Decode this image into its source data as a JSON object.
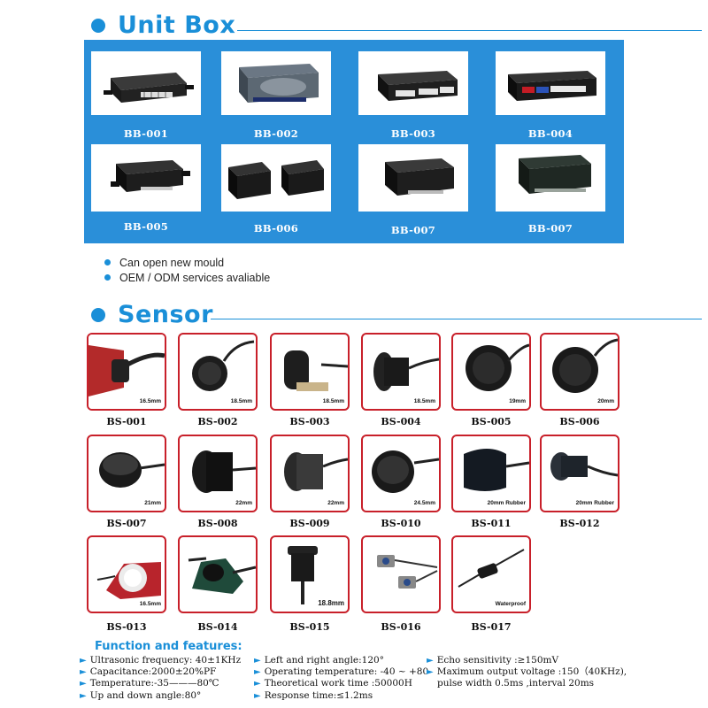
{
  "unit_box": {
    "title": "Unit Box",
    "items": [
      {
        "code": "BB-001"
      },
      {
        "code": "BB-002"
      },
      {
        "code": "BB-003"
      },
      {
        "code": "BB-004"
      },
      {
        "code": "BB-005"
      },
      {
        "code": "BB-006"
      },
      {
        "code": "BB-007"
      },
      {
        "code": "BB-007"
      }
    ],
    "bullets": [
      "Can open new mould",
      "OEM / ODM services avaliable"
    ]
  },
  "sensor": {
    "title": "Sensor",
    "items": [
      {
        "code": "BS-001",
        "size": "16.5mm"
      },
      {
        "code": "BS-002",
        "size": "18.5mm"
      },
      {
        "code": "BS-003",
        "size": "18.5mm"
      },
      {
        "code": "BS-004",
        "size": "18.5mm"
      },
      {
        "code": "BS-005",
        "size": "19mm"
      },
      {
        "code": "BS-006",
        "size": "20mm"
      },
      {
        "code": "BS-007",
        "size": "21mm"
      },
      {
        "code": "BS-008",
        "size": "22mm"
      },
      {
        "code": "BS-009",
        "size": "22mm"
      },
      {
        "code": "BS-010",
        "size": "24.5mm"
      },
      {
        "code": "BS-011",
        "size": "20mm Rubber"
      },
      {
        "code": "BS-012",
        "size": "20mm Rubber"
      },
      {
        "code": "BS-013",
        "size": "16.5mm"
      },
      {
        "code": "BS-014",
        "size": ""
      },
      {
        "code": "BS-015",
        "size": "18.8mm"
      },
      {
        "code": "BS-016",
        "size": ""
      },
      {
        "code": "BS-017",
        "size": "Waterproof"
      }
    ]
  },
  "features": {
    "title": "Function and features:",
    "col1": [
      "Ultrasonic frequency: 40±1KHz",
      "Capacitance:2000±20%PF",
      "Temperature:-35———80℃",
      "Up and down angle:80°"
    ],
    "col2": [
      "Left and right angle:120°",
      "Operating temperature: -40 ~ +80",
      "Theoretical work time :50000H",
      "Response time:≤1.2ms"
    ],
    "col3": [
      "Echo sensitivity :≥150mV",
      "Maximum output voltage :150（40KHz),"
    ],
    "col3_cont": "pulse width 0.5ms ,interval 20ms"
  },
  "colors": {
    "accent": "#1a8fd8",
    "panel": "#2a8fd9",
    "sensor_border": "#c8202a"
  }
}
